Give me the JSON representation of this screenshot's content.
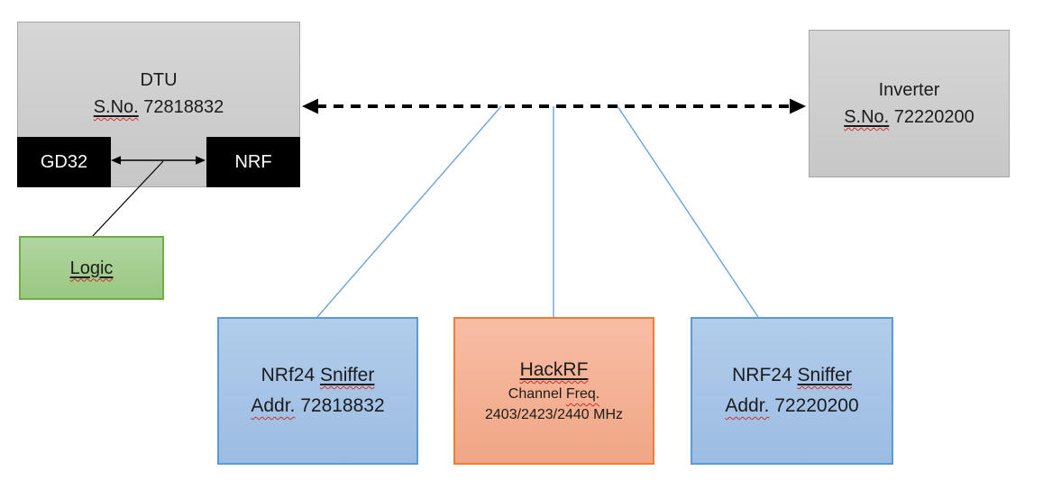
{
  "diagram": {
    "nodes": {
      "dtu": {
        "title": "DTU",
        "serial_label": "S.No.",
        "serial_value": "72818832"
      },
      "gd32": {
        "label": "GD32"
      },
      "nrf": {
        "label": "NRF"
      },
      "logic": {
        "label": "Logic"
      },
      "inverter": {
        "title": "Inverter",
        "serial_label": "S.No.",
        "serial_value": "72220200"
      },
      "sniffer_left": {
        "model": "NRf24",
        "model_word": "Sniffer",
        "addr_label": "Addr.",
        "addr_value": "72818832"
      },
      "hackrf": {
        "title": "HackRF",
        "channel_label": "Channel",
        "channel_word": "Freq.",
        "frequencies": "2403/2423/2440 MHz"
      },
      "sniffer_right": {
        "model": "NRF24",
        "model_word": "Sniffer",
        "addr_label": "Addr.",
        "addr_value": "72220200"
      }
    },
    "edges": [
      {
        "from": "dtu",
        "to": "inverter",
        "style": "dashed-double-arrow-black"
      },
      {
        "from": "gd32",
        "to": "nrf",
        "style": "double-arrow-black"
      },
      {
        "from": "gd32-nrf-link",
        "to": "logic",
        "style": "thin-line-black"
      },
      {
        "from": "dtu-inverter-link",
        "to": "sniffer_left",
        "style": "thin-line-blue"
      },
      {
        "from": "dtu-inverter-link",
        "to": "hackrf",
        "style": "thin-line-blue"
      },
      {
        "from": "dtu-inverter-link",
        "to": "sniffer_right",
        "style": "thin-line-blue"
      }
    ],
    "colors": {
      "gray_fill": "#cccccc",
      "gray_border": "#a6a6a6",
      "blue_fill": "#a9c6e8",
      "blue_border": "#5b9bd5",
      "orange_fill": "#f4b093",
      "orange_border": "#ed7d31",
      "green_fill": "#a8ce96",
      "green_border": "#70ad47",
      "chip_fill": "#000000",
      "chip_text": "#ffffff",
      "connector_blue": "#6fa3d8",
      "squiggle_red": "#d03028"
    }
  }
}
